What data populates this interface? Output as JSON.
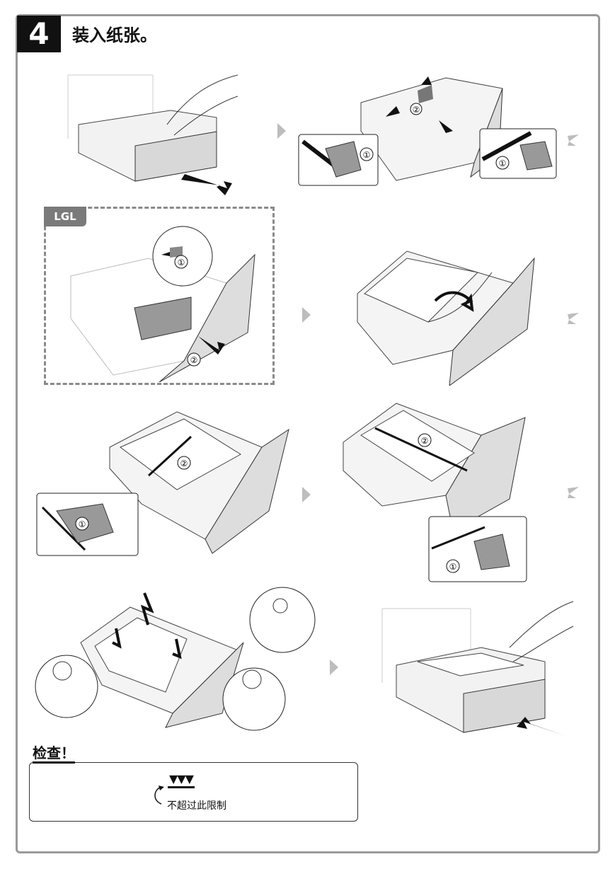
{
  "step": {
    "number": "4",
    "title": "装入纸张。"
  },
  "lgl": {
    "tag": "LGL"
  },
  "callouts": {
    "step1_mark": "①",
    "step2_mark": "②"
  },
  "check": {
    "title": "检查！",
    "limit_label": "不超过此限制",
    "limit_icon": "▼▼▼"
  },
  "colors": {
    "frame": "#9a9a9a",
    "flow_arrow": "#bdbdbd",
    "lgl_tag": "#7a7a7a"
  }
}
